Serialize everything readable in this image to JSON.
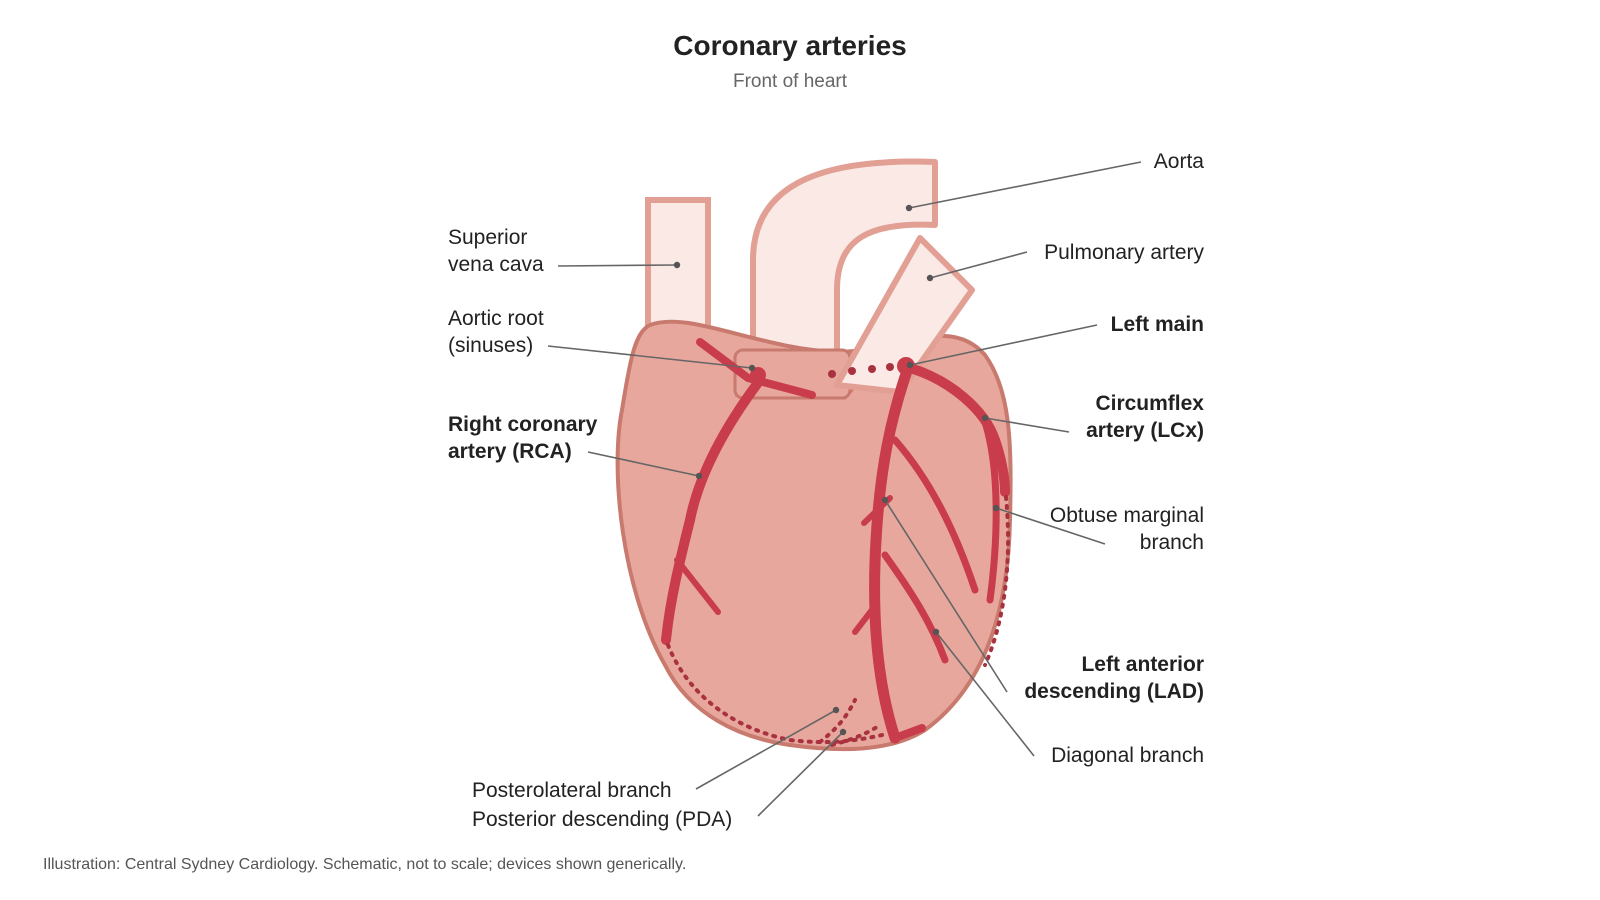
{
  "title": "Coronary arteries",
  "subtitle": "Front of heart",
  "labels": {
    "aorta": "Aorta",
    "pulmonary_artery": "Pulmonary artery",
    "left_main": "Left main",
    "circumflex_1": "Circumflex",
    "circumflex_2": "artery (LCx)",
    "obtuse_marginal_1": "Obtuse marginal",
    "obtuse_marginal_2": "branch",
    "lad_1": "Left anterior",
    "lad_2": "descending (LAD)",
    "diagonal": "Diagonal branch",
    "svc_1": "Superior",
    "svc_2": "vena cava",
    "aortic_root_1": "Aortic root",
    "aortic_root_2": "(sinuses)",
    "rca_1": "Right coronary",
    "rca_2": "artery (RCA)",
    "posterolateral": "Posterolateral branch",
    "pda": "Posterior descending (PDA)"
  },
  "footer": "Illustration: Central Sydney Cardiology. Schematic, not to scale; devices shown generically.",
  "colors": {
    "heart_fill": "#e8a79c",
    "heart_stroke": "#c97a6e",
    "vessel_fill": "#fbe9e5",
    "vessel_stroke": "#e2a095",
    "artery": "#c93c4b",
    "artery_dark": "#a8323f",
    "leader": "#666666"
  }
}
